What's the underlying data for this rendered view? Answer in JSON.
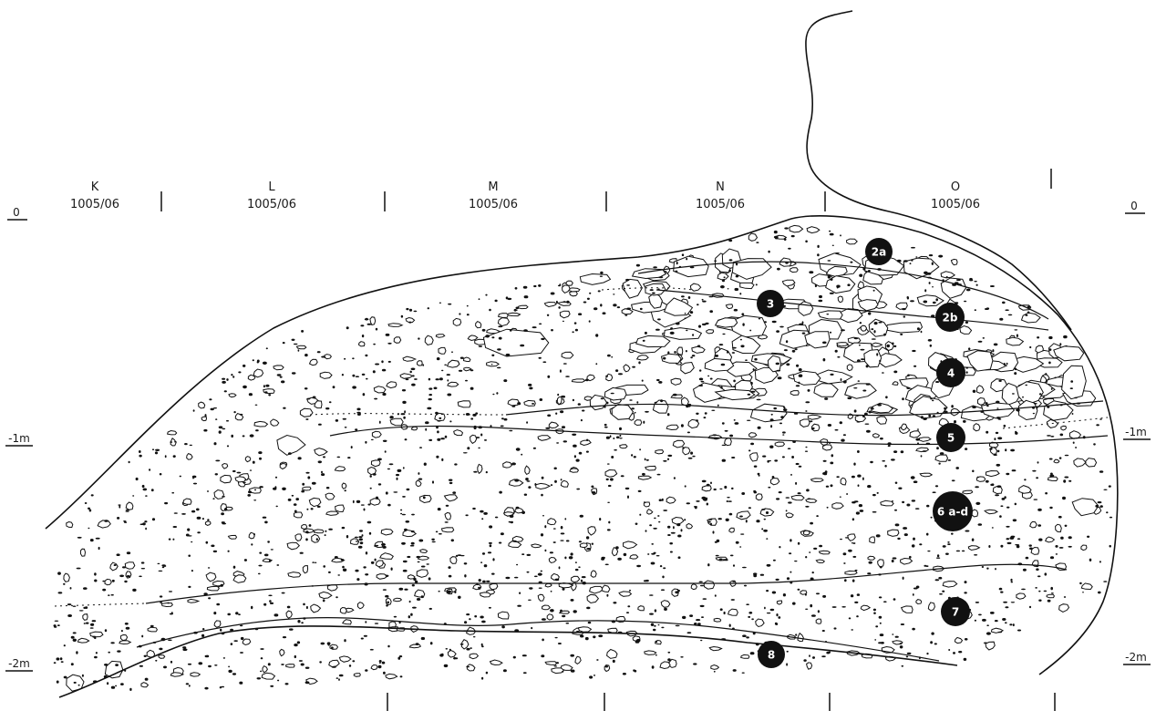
{
  "columns": [
    {
      "letter": "K",
      "code": "1005/06"
    },
    {
      "letter": "L",
      "code": "1005/06"
    },
    {
      "letter": "M",
      "code": "1005/06"
    },
    {
      "letter": "N",
      "code": "1005/06"
    },
    {
      "letter": "O",
      "code": "1005/06"
    }
  ],
  "depth_labels": {
    "zero": "0",
    "minus_one": "-1m",
    "minus_two": "-2m"
  },
  "layers": [
    "2a",
    "3",
    "2b",
    "4",
    "5",
    "6 a-d",
    "7",
    "8"
  ]
}
